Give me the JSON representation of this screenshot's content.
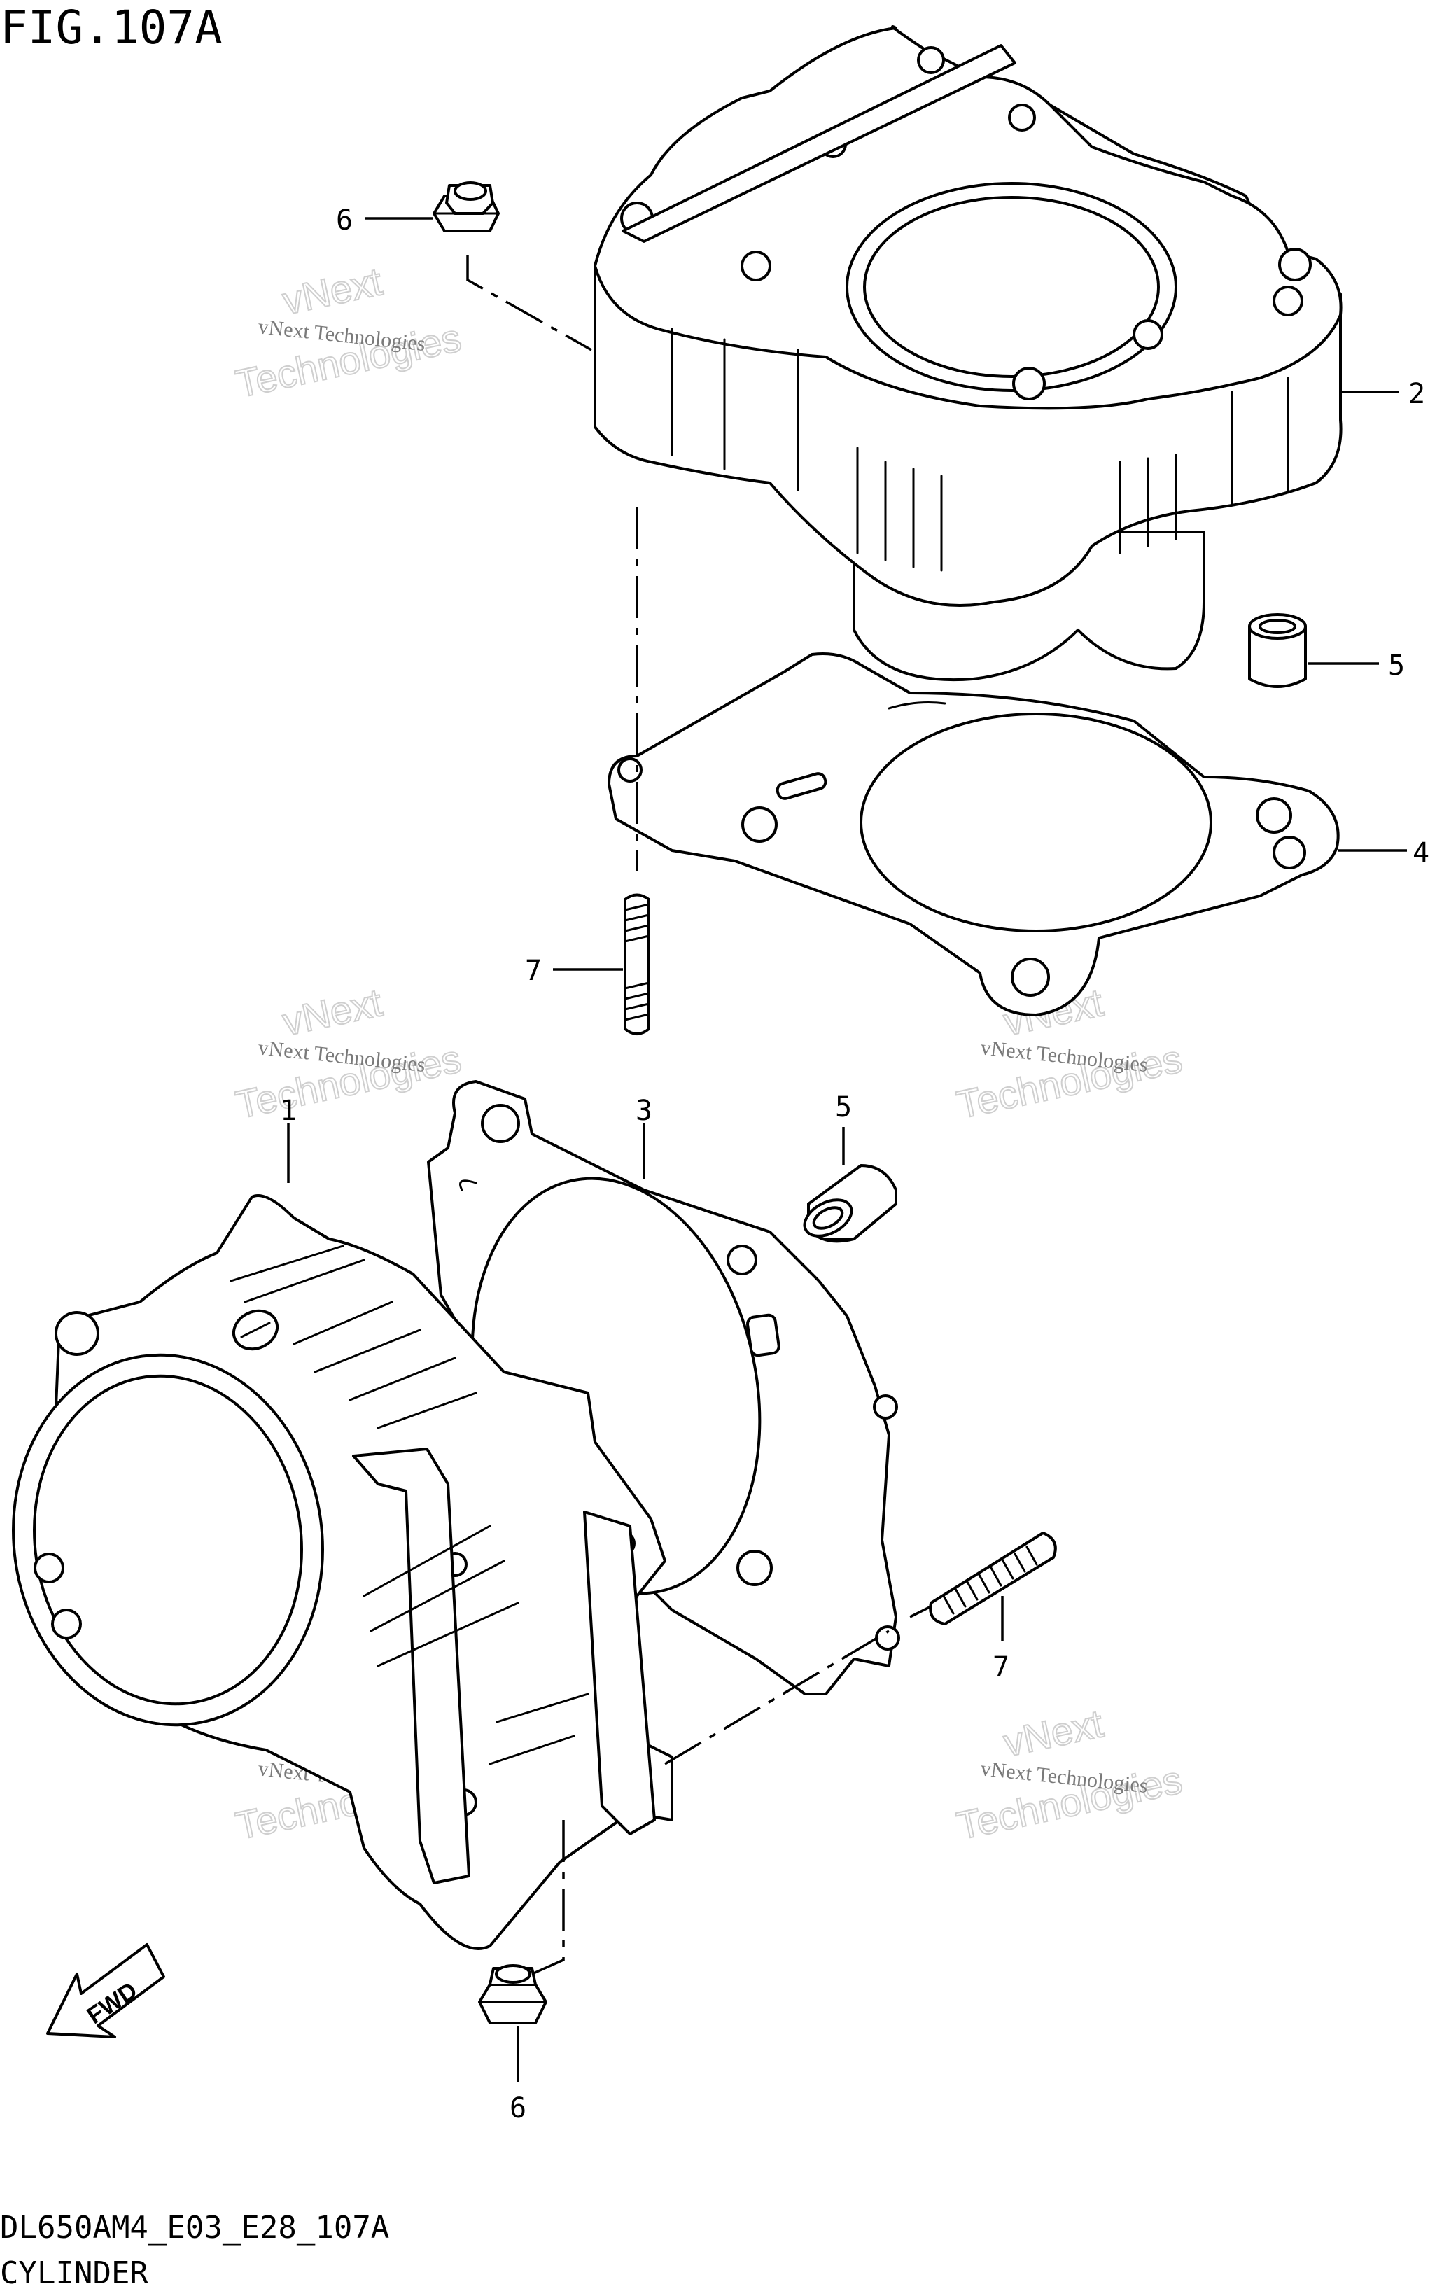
{
  "figure": {
    "title": "FIG.107A",
    "code": "DL650AM4_E03_E28_107A",
    "name": "CYLINDER"
  },
  "callouts": [
    {
      "id": "c6a",
      "label": "6"
    },
    {
      "id": "c2",
      "label": "2"
    },
    {
      "id": "c5a",
      "label": "5"
    },
    {
      "id": "c4",
      "label": "4"
    },
    {
      "id": "c7a",
      "label": "7"
    },
    {
      "id": "c1",
      "label": "1"
    },
    {
      "id": "c3",
      "label": "3"
    },
    {
      "id": "c5b",
      "label": "5"
    },
    {
      "id": "c7b",
      "label": "7"
    },
    {
      "id": "c6b",
      "label": "6"
    }
  ],
  "fwd_label": "FWD",
  "watermark": {
    "small": "vNext Technologies",
    "big": "Technologies",
    "top": "vNext"
  }
}
